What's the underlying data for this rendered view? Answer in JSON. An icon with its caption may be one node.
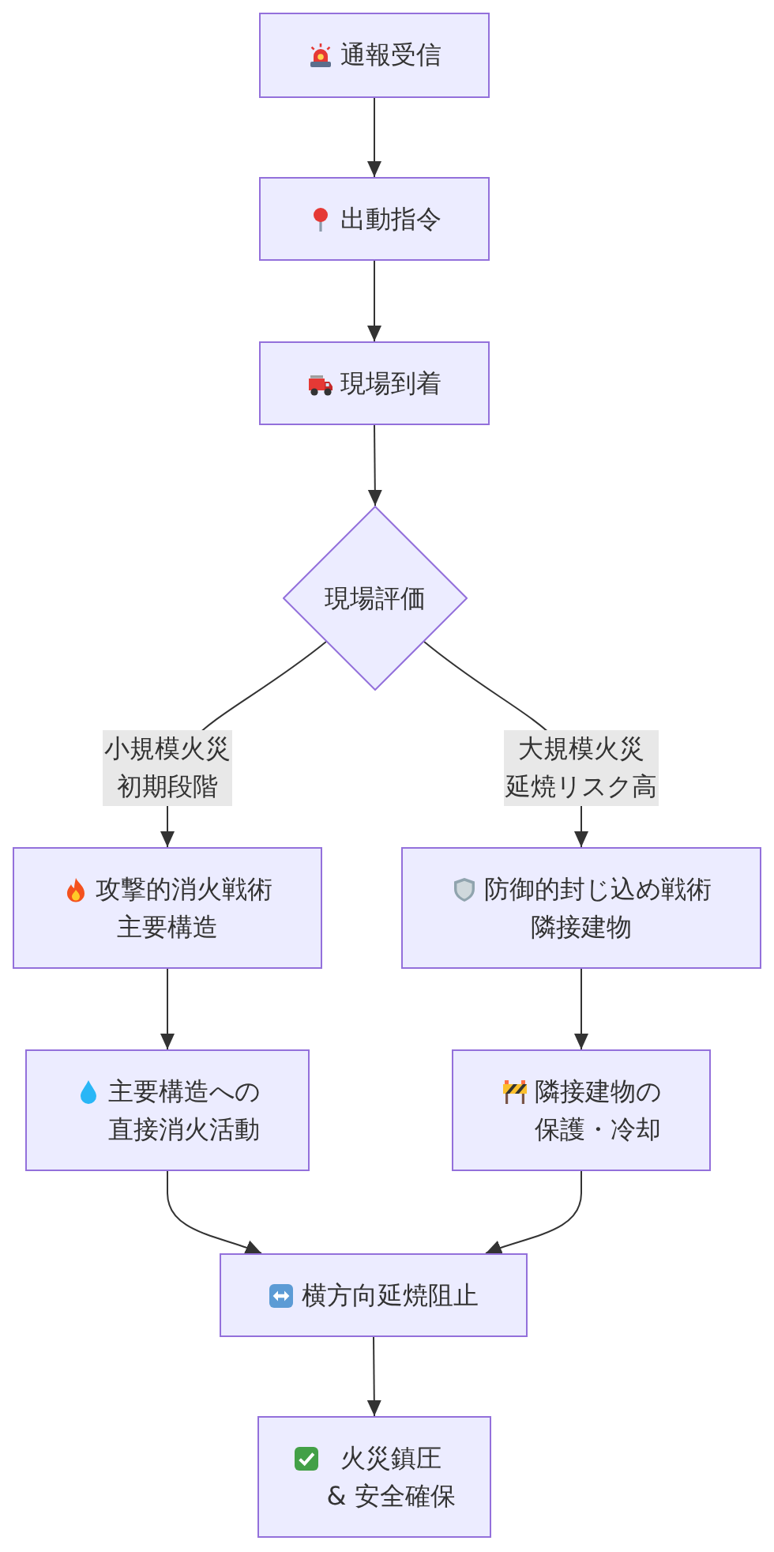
{
  "diagram": {
    "nodes": [
      {
        "text": [
          "通報受信"
        ]
      },
      {
        "text": [
          "出動指令"
        ]
      },
      {
        "text": [
          "現場到着"
        ]
      },
      {
        "text": [
          "現場評価"
        ]
      },
      {
        "text": [
          "攻撃的消火戦術",
          "主要構造"
        ]
      },
      {
        "text": [
          "防御的封じ込め戦術",
          "隣接建物"
        ]
      },
      {
        "text": [
          "主要構造への直接消火活動"
        ]
      },
      {
        "text": [
          "隣接建物の保護・冷却"
        ]
      },
      {
        "text": [
          "横方向延焼阻止"
        ]
      },
      {
        "text": [
          "火災鎮圧& 安全確保"
        ]
      }
    ],
    "edges": [
      {
        "from": 0,
        "to": 1,
        "arrow": "to"
      },
      {
        "from": 1,
        "to": 2,
        "arrow": "to"
      },
      {
        "from": 2,
        "to": 3,
        "arrow": "to"
      },
      {
        "from": 3,
        "to": 4,
        "arrow": "to",
        "label": "小規模火災初期段階"
      },
      {
        "from": 3,
        "to": 5,
        "arrow": "to",
        "label": "大規模火災延焼リスク高"
      },
      {
        "from": 4,
        "to": 6,
        "arrow": "to"
      },
      {
        "from": 5,
        "to": 7,
        "arrow": "to"
      },
      {
        "from": 6,
        "to": 8,
        "arrow": "to"
      },
      {
        "from": 7,
        "to": 8,
        "arrow": "to"
      },
      {
        "from": 8,
        "to": 9,
        "arrow": "to"
      }
    ]
  }
}
